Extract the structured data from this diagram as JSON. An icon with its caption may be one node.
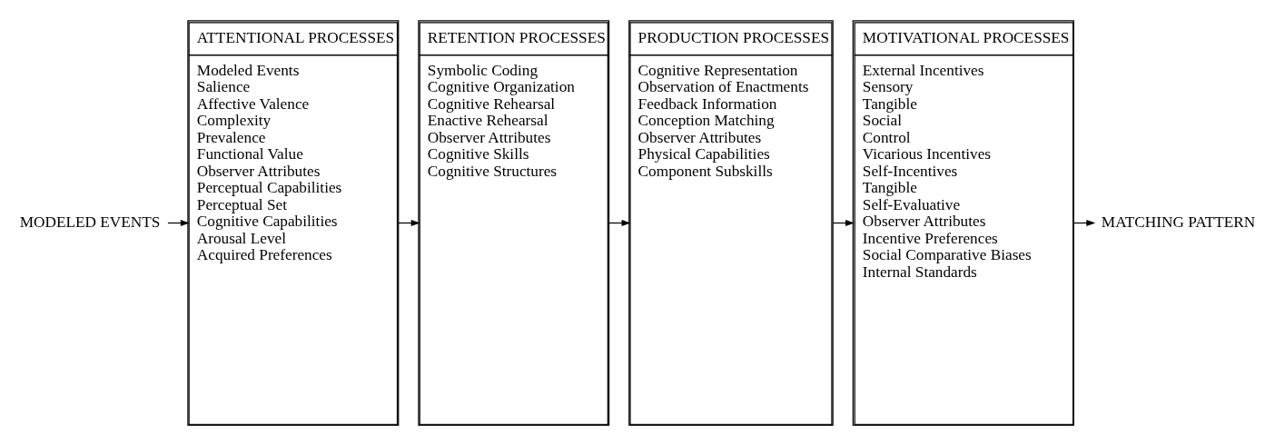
{
  "diagram": {
    "nodes": [
      {
        "text": [
          "MODELED EVENTS"
        ]
      },
      {
        "text": [
          "ATTENTIONAL PROCESSES",
          "Modeled Events",
          "Salience",
          "Affective Valence",
          "Complexity",
          "Prevalence",
          "Functional Value",
          "Observer Attributes",
          "Perceptual Capabilities",
          "Perceptual Set",
          "Cognitive Capabilities",
          "Arousal Level",
          "Acquired Preferences"
        ]
      },
      {
        "text": [
          "RETENTION PROCESSES",
          "Symbolic Coding",
          "Cognitive Organization",
          "Cognitive Rehearsal",
          "Enactive Rehearsal",
          "Observer Attributes",
          "Cognitive Skills",
          "Cognitive Structures"
        ]
      },
      {
        "text": [
          "PRODUCTION PROCESSES",
          "Cognitive Representation",
          "Observation of Enactments",
          "Feedback Information",
          "Conception Matching",
          "Observer Attributes",
          "Physical Capabilities",
          "Component Subskills"
        ]
      },
      {
        "text": [
          "MOTIVATIONAL PROCESSES",
          "External Incentives",
          "Sensory",
          "Tangible",
          "Social",
          "Control",
          "Vicarious Incentives",
          "Self-Incentives",
          "Tangible",
          "Self-Evaluative",
          "Observer Attributes",
          "Incentive Preferences",
          "Social Comparative Biases",
          "Internal Standards"
        ]
      },
      {
        "text": [
          "MATCHING PATTERN"
        ]
      }
    ],
    "edges": [
      {
        "from": 0,
        "to": 1,
        "arrow": "to"
      },
      {
        "from": 1,
        "to": 2,
        "arrow": "to"
      },
      {
        "from": 2,
        "to": 3,
        "arrow": "to"
      },
      {
        "from": 3,
        "to": 4,
        "arrow": "to"
      },
      {
        "from": 4,
        "to": 5,
        "arrow": "to"
      }
    ]
  }
}
